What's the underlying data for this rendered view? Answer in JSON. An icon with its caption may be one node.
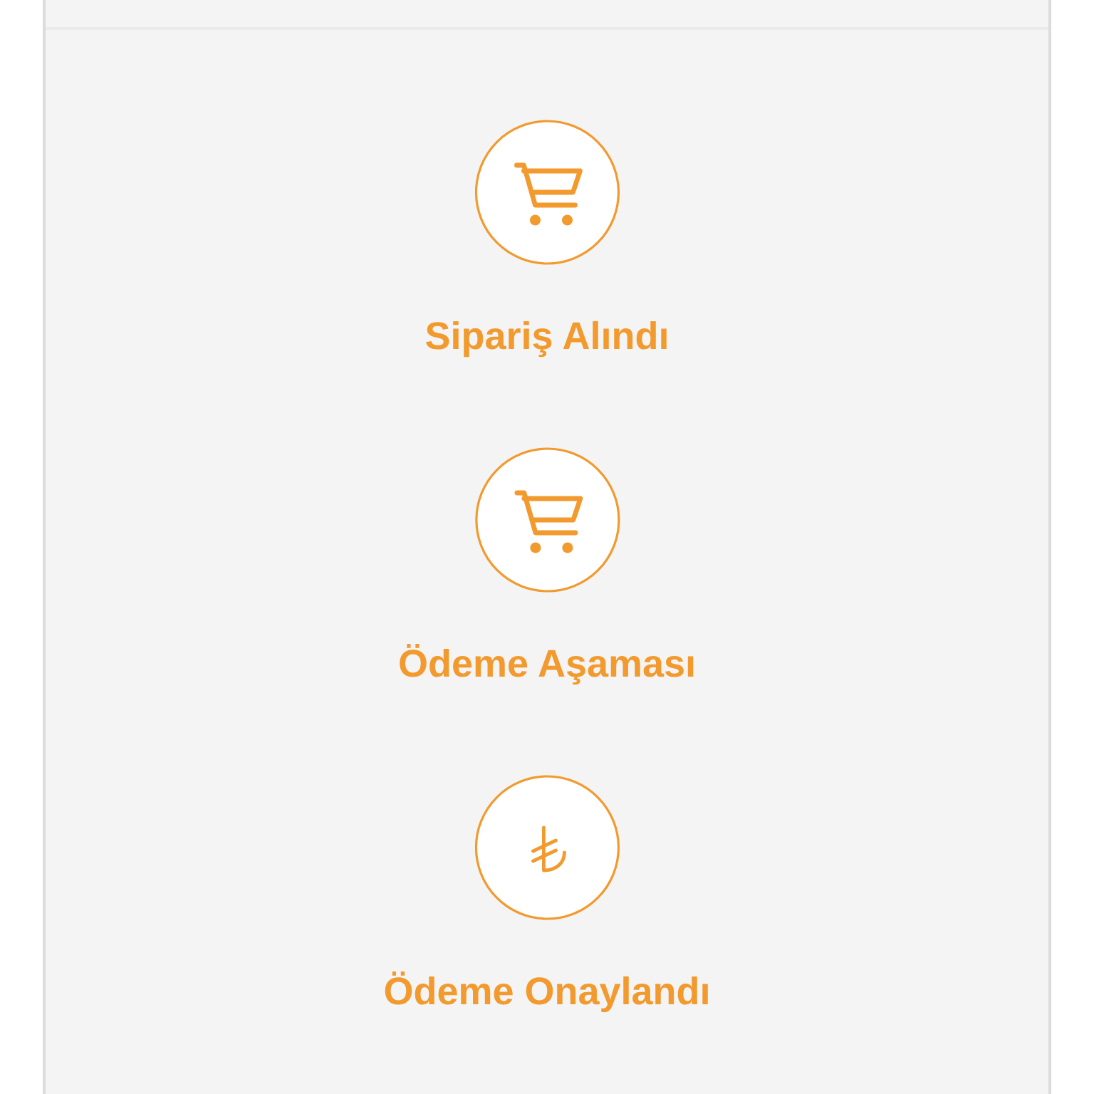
{
  "diagram": {
    "nodes": [
      {
        "text": [
          "Sipariş Alındı"
        ]
      },
      {
        "text": [
          "Ödeme Aşaması"
        ]
      },
      {
        "text": [
          "Ödeme Onaylandı"
        ]
      }
    ]
  }
}
